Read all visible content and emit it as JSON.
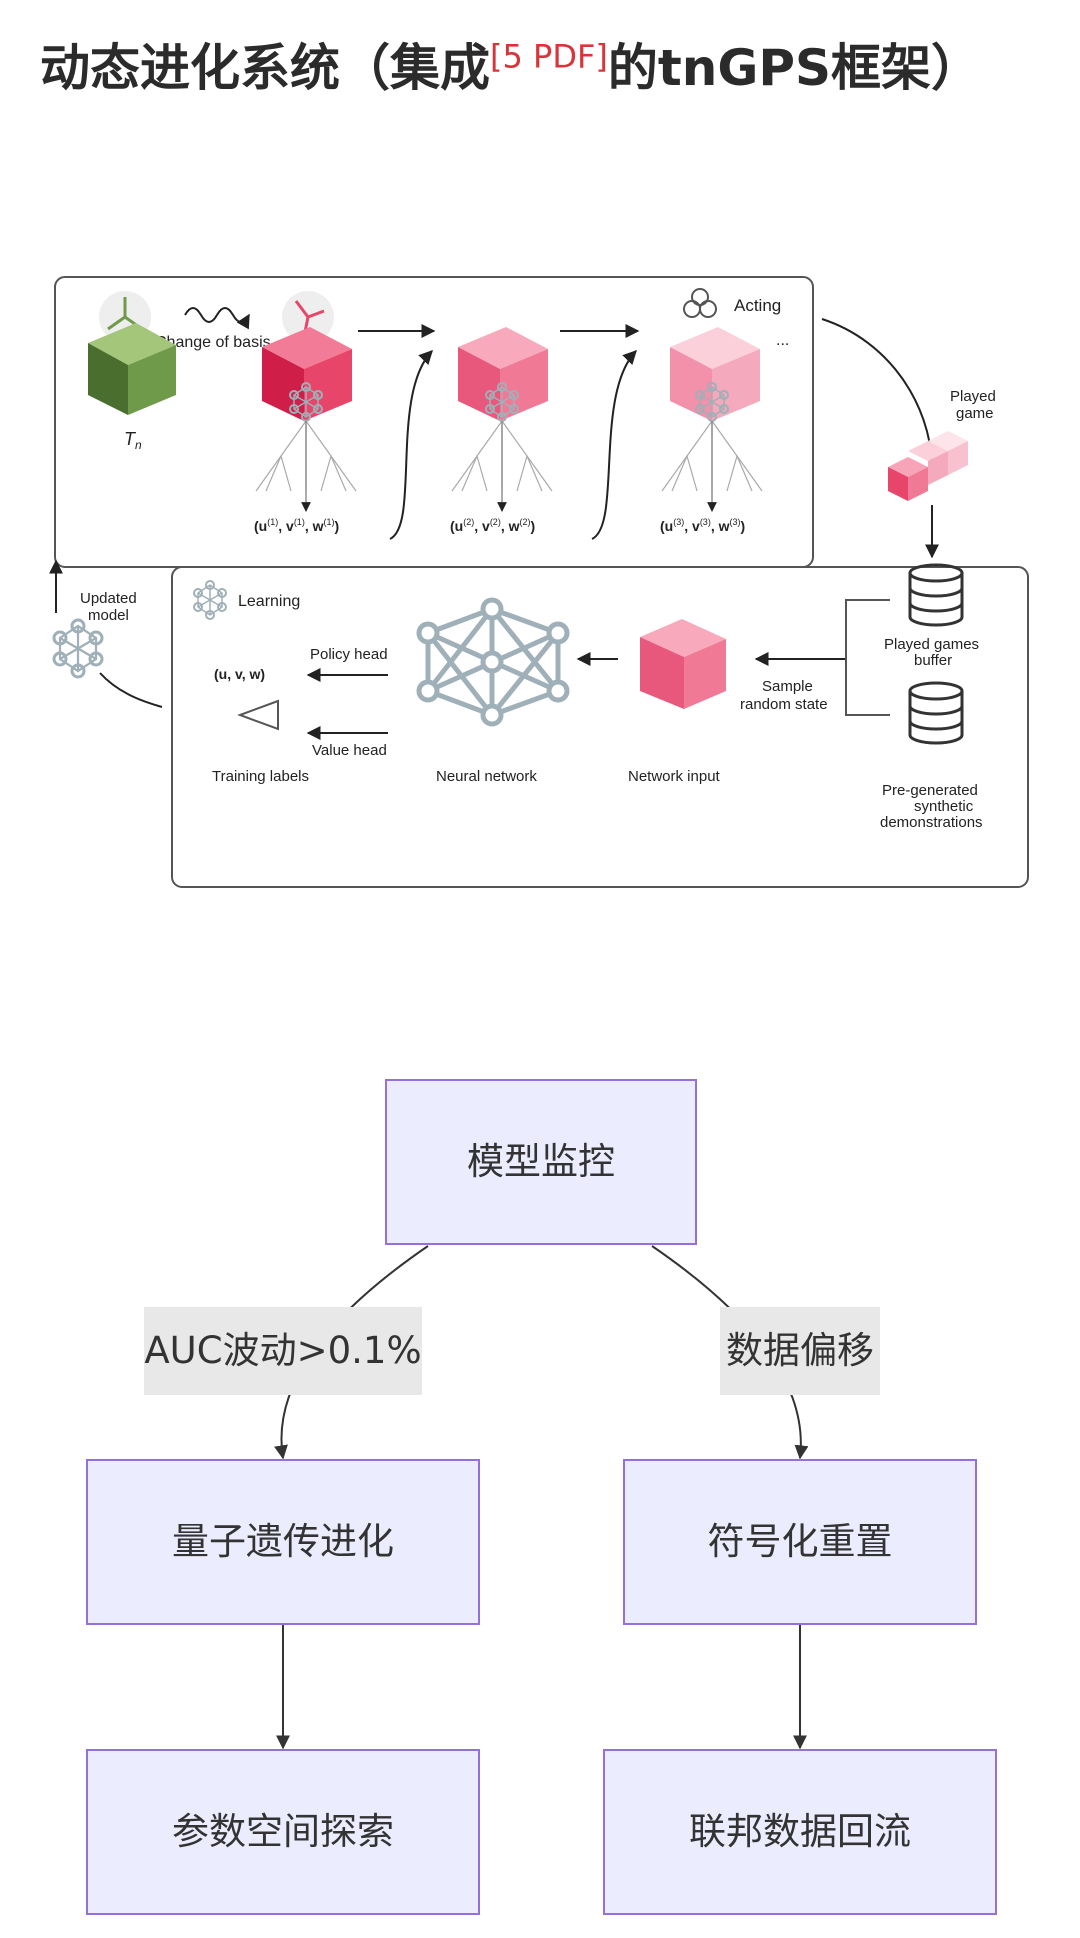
{
  "page_title": {
    "prefix": "动态进化系统（集成",
    "citation": "[5 PDF]",
    "suffix": "的tnGPS框架）"
  },
  "figure": {
    "acting_label": "Acting",
    "change_basis_label": "Change of basis",
    "tn_symbol": "T",
    "tn_subscript": "n",
    "ellipsis": "...",
    "step_labels": [
      {
        "u": "u",
        "v": "v",
        "w": "w",
        "sup": "(1)"
      },
      {
        "u": "u",
        "v": "v",
        "w": "w",
        "sup": "(2)"
      },
      {
        "u": "u",
        "v": "v",
        "w": "w",
        "sup": "(3)"
      }
    ],
    "played_game_label": [
      "Played",
      "game"
    ],
    "updated_model_label": [
      "Updated",
      "model"
    ],
    "learning_label": "Learning",
    "policy_head": "Policy head",
    "value_head": "Value head",
    "uvw_output": "(u, v, w)",
    "training_labels": "Training labels",
    "neural_network": "Neural network",
    "network_input": "Network input",
    "sample_random_state": [
      "Sample",
      "random state"
    ],
    "played_games_buffer": [
      "Played games",
      "buffer"
    ],
    "pregenerated": [
      "Pre-generated",
      "synthetic",
      "demonstrations"
    ],
    "colors": {
      "green_cube": "#6f9a4a",
      "pink_1": "#e8456a",
      "pink_2": "#f07a95",
      "pink_3": "#f5a9bc",
      "net_gray": "#9fb0b8"
    }
  },
  "flowchart": {
    "root": "模型监控",
    "left_edge_label": "AUC波动>0.1%",
    "right_edge_label": "数据偏移",
    "left_mid": "量子遗传进化",
    "right_mid": "符号化重置",
    "left_bottom": "参数空间探索",
    "right_bottom": "联邦数据回流",
    "colors": {
      "node_fill": "#ececff",
      "node_border": "#9370db",
      "edge_label_bg": "#e8e8e8",
      "edge": "#333333"
    }
  }
}
